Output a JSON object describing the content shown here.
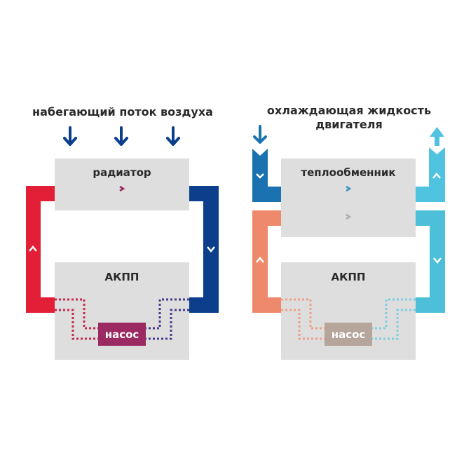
{
  "left": {
    "title": "набегающий поток воздуха",
    "radiator_label": "радиатор",
    "akpp_label": "АКПП",
    "pump_label": "насос",
    "colors": {
      "hot": "#e21f36",
      "cold": "#0b3f8c",
      "mid": "#7a3a7e",
      "pump": "#9b2a63",
      "box": "#dedede"
    }
  },
  "right": {
    "title_line1": "охлаждающая жидкость",
    "title_line2": "двигателя",
    "exchanger_label": "теплообменник",
    "akpp_label": "АКПП",
    "pump_label": "насос",
    "colors": {
      "coolant_in": "#1a73b0",
      "coolant_out": "#4fc3e0",
      "hot": "#ee8a6b",
      "cold": "#4dbfd8",
      "pump": "#b5a59a",
      "box": "#dedede",
      "mid": "#b3a8b4"
    }
  }
}
